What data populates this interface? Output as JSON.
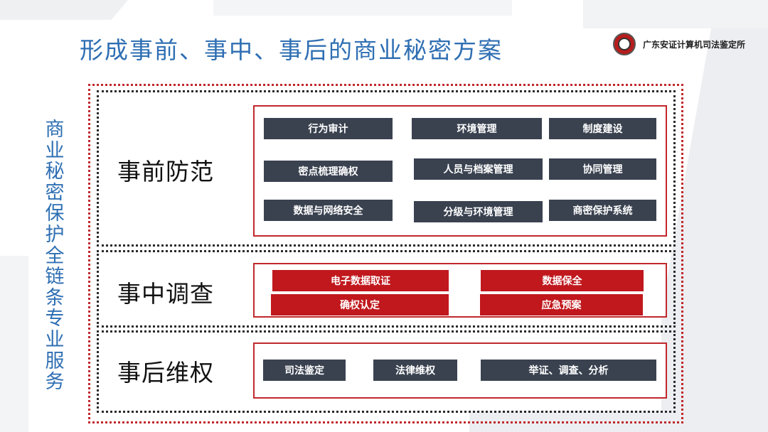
{
  "header": {
    "title": "形成事前、事中、事后的商业秘密方案",
    "org_name": "广东安证计算机司法鉴定所"
  },
  "side_title": "商业秘密保护全链条专业服务",
  "sections": {
    "before": {
      "label": "事前防范",
      "items": [
        "行为审计",
        "环境管理",
        "制度建设",
        "密点梳理确权",
        "人员与档案管理",
        "协同管理",
        "数据与网络安全",
        "分级与环境管理",
        "商密保护系统"
      ]
    },
    "during": {
      "label": "事中调查",
      "items": [
        "电子数据取证",
        "数据保全",
        "确权认定",
        "应急预案"
      ]
    },
    "after": {
      "label": "事后维权",
      "items": [
        "司法鉴定",
        "法律维权",
        "举证、调查、分析"
      ]
    }
  },
  "colors": {
    "title_blue": "#2f6fb3",
    "accent_red": "#c0181d",
    "chip_dark": "#3a4250"
  }
}
